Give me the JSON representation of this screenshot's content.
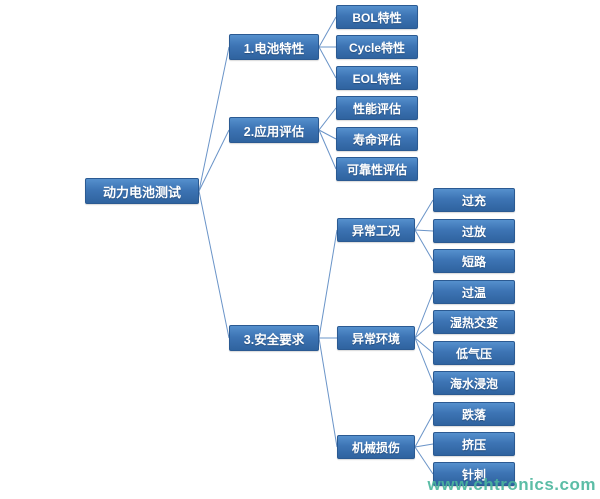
{
  "watermark": "www.chtronics.com",
  "tree": {
    "root": "动力电池测试",
    "branches": [
      {
        "label": "1.电池特性",
        "children": [
          "BOL特性",
          "Cycle特性",
          "EOL特性"
        ]
      },
      {
        "label": "2.应用评估",
        "children": [
          "性能评估",
          "寿命评估",
          "可靠性评估"
        ]
      },
      {
        "label": "3.安全要求",
        "children": [
          {
            "label": "异常工况",
            "children": [
              "过充",
              "过放",
              "短路"
            ]
          },
          {
            "label": "异常环境",
            "children": [
              "过温",
              "湿热交变",
              "低气压",
              "海水浸泡"
            ]
          },
          {
            "label": "机械损伤",
            "children": [
              "跌落",
              "挤压",
              "针刺"
            ]
          }
        ]
      }
    ]
  },
  "connector_color": "#6a94c8"
}
